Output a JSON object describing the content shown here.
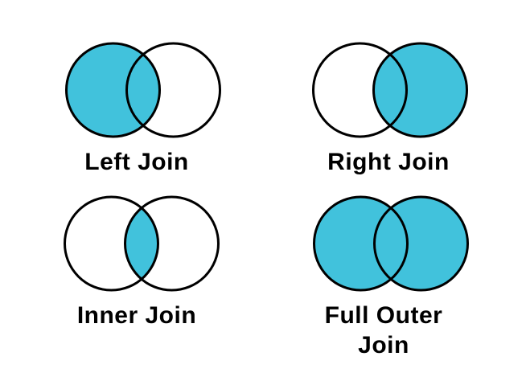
{
  "colors": {
    "highlight": "#41c2dc",
    "outline": "#000000",
    "text": "#000000",
    "background": "#ffffff"
  },
  "diagrams": [
    {
      "id": "left-join",
      "label": "Left Join",
      "shaded_region": "left circle including overlap"
    },
    {
      "id": "right-join",
      "label": "Right Join",
      "shaded_region": "right circle including overlap"
    },
    {
      "id": "inner-join",
      "label": "Inner Join",
      "shaded_region": "overlap only"
    },
    {
      "id": "full-outer-join",
      "label": "Full Outer Join",
      "label_display": "Full Outer\nJoin",
      "shaded_region": "both circles"
    }
  ]
}
